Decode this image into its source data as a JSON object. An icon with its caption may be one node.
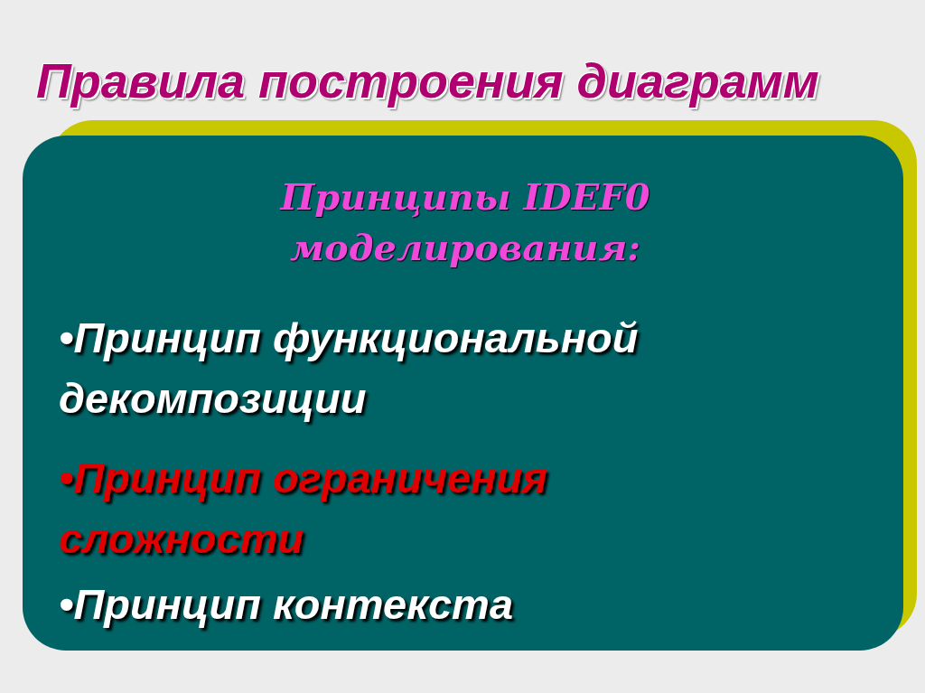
{
  "diagram": {
    "title": "Правила построения диаграмм",
    "nodes": [
      {
        "text": [
          "Принципы IDEF0 моделирования:",
          "•Принцип функциональной декомпозиции",
          "•Принцип ограничения сложности",
          "•Принцип контекста"
        ]
      }
    ]
  }
}
